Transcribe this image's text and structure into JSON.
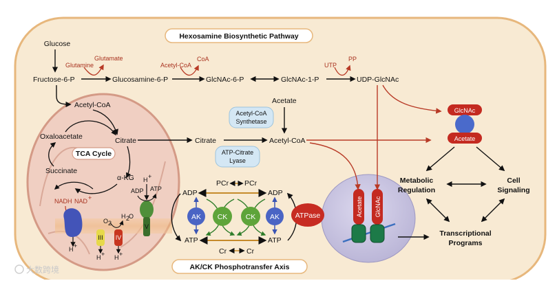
{
  "title": "Hexosamine Biosynthetic Pathway",
  "bottom_title": "AK/CK Phosphotransfer Axis",
  "watermark": "大数跨境",
  "hbp": {
    "glucose": "Glucose",
    "f6p": "Fructose-6-P",
    "gluc6p": "Glucosamine-6-P",
    "glcnac6p": "GlcNAc-6-P",
    "glcnac1p": "GlcNAc-1-P",
    "udpglcnac": "UDP-GlcNAc",
    "glutamine": "Glutamine",
    "glutamate": "Glutamate",
    "acetylcoa_in": "Acetyl-CoA",
    "coa": "CoA",
    "utp": "UTP",
    "pp": "PP"
  },
  "mito": {
    "acetylcoa": "Acetyl-CoA",
    "oxaloacetate": "Oxaloacetate",
    "citrate": "Citrate",
    "tca": "TCA Cycle",
    "succinate": "Succinate",
    "akg": "α-KG",
    "nadh": "NADH",
    "nad": "NAD",
    "nad_sup": "+",
    "hplus": "H",
    "plus": "+",
    "adp": "ADP",
    "atp": "ATP",
    "o2": "O",
    "o2_sub": "2",
    "h2o_h": "H",
    "h2o_sub": "2",
    "h2o_o": "O",
    "complex3": "III",
    "complex4": "IV",
    "complex5": "V"
  },
  "cyto": {
    "citrate": "Citrate",
    "acetate": "Acetate",
    "acetylcoa": "Acetyl-CoA",
    "acs_line1": "Acetyl-CoA",
    "acs_line2": "Synthetase",
    "acl_line1": "ATP-Citrate",
    "acl_line2": "Lyase"
  },
  "phospho": {
    "adp_left": "ADP",
    "adp_right": "ADP",
    "atp_left": "ATP",
    "atp_right": "ATP",
    "pcr_left": "PCr",
    "pcr_right": "PCr",
    "cr_left": "Cr",
    "cr_right": "Cr",
    "ak": "AK",
    "ck": "CK",
    "atpase": "ATPase"
  },
  "nucleus": {
    "acetate": "Acetate",
    "glcnac": "GlcNAc"
  },
  "outcomes": {
    "glcnac": "GlcNAc",
    "acetate": "Acetate",
    "metabolic_l1": "Metabolic",
    "metabolic_l2": "Regulation",
    "cell_l1": "Cell",
    "cell_l2": "Signaling",
    "trans_l1": "Transcriptional",
    "trans_l2": "Programs"
  },
  "colors": {
    "cell_fill": "#f8ead3",
    "cell_stroke": "#e7b77c",
    "mito_fill": "#f0cfc2",
    "mito_stroke": "#d49a86",
    "arrow_red": "#b83a26",
    "ak_blue": "#4a64c4",
    "ck_green": "#5ea43a",
    "atpase_red": "#c72c22",
    "nucleus_fill": "#c7c3de",
    "pill_blue": "#d4e7f4"
  }
}
